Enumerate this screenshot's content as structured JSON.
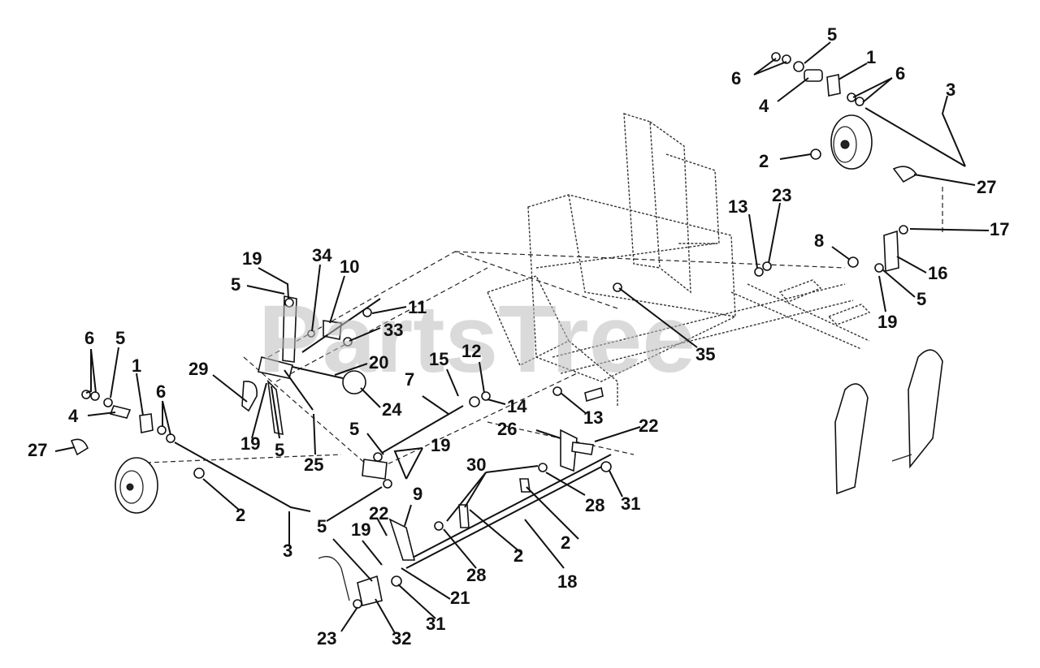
{
  "watermark": "PartsTree",
  "callouts": [
    {
      "id": "c-5-topright",
      "text": "5"
    },
    {
      "id": "c-1-topright",
      "text": "1"
    },
    {
      "id": "c-6-topright-a",
      "text": "6"
    },
    {
      "id": "c-6-topright-b",
      "text": "6"
    },
    {
      "id": "c-4-topright",
      "text": "4"
    },
    {
      "id": "c-3-topright",
      "text": "3"
    },
    {
      "id": "c-2-topright",
      "text": "2"
    },
    {
      "id": "c-27-right",
      "text": "27"
    },
    {
      "id": "c-13-top",
      "text": "13"
    },
    {
      "id": "c-23-top",
      "text": "23"
    },
    {
      "id": "c-8",
      "text": "8"
    },
    {
      "id": "c-17",
      "text": "17"
    },
    {
      "id": "c-16",
      "text": "16"
    },
    {
      "id": "c-5-right",
      "text": "5"
    },
    {
      "id": "c-19-right",
      "text": "19"
    },
    {
      "id": "c-35",
      "text": "35"
    },
    {
      "id": "c-19-top",
      "text": "19"
    },
    {
      "id": "c-34",
      "text": "34"
    },
    {
      "id": "c-10",
      "text": "10"
    },
    {
      "id": "c-5-upper",
      "text": "5"
    },
    {
      "id": "c-11",
      "text": "11"
    },
    {
      "id": "c-33",
      "text": "33"
    },
    {
      "id": "c-20",
      "text": "20"
    },
    {
      "id": "c-24",
      "text": "24"
    },
    {
      "id": "c-29",
      "text": "29"
    },
    {
      "id": "c-15",
      "text": "15"
    },
    {
      "id": "c-12",
      "text": "12"
    },
    {
      "id": "c-7",
      "text": "7"
    },
    {
      "id": "c-14",
      "text": "14"
    },
    {
      "id": "c-13-mid",
      "text": "13"
    },
    {
      "id": "c-6-left",
      "text": "6"
    },
    {
      "id": "c-5-left",
      "text": "5"
    },
    {
      "id": "c-1-left",
      "text": "1"
    },
    {
      "id": "c-4-left",
      "text": "4"
    },
    {
      "id": "c-6-left-b",
      "text": "6"
    },
    {
      "id": "c-27-left",
      "text": "27"
    },
    {
      "id": "c-19-mid",
      "text": "19"
    },
    {
      "id": "c-5-mid",
      "text": "5"
    },
    {
      "id": "c-25",
      "text": "25"
    },
    {
      "id": "c-5-lower",
      "text": "5"
    },
    {
      "id": "c-19-lower",
      "text": "19"
    },
    {
      "id": "c-26",
      "text": "26"
    },
    {
      "id": "c-22-right",
      "text": "22"
    },
    {
      "id": "c-30",
      "text": "30"
    },
    {
      "id": "c-28-right",
      "text": "28"
    },
    {
      "id": "c-31-right",
      "text": "31"
    },
    {
      "id": "c-2-left",
      "text": "2"
    },
    {
      "id": "c-3-left",
      "text": "3"
    },
    {
      "id": "c-9",
      "text": "9"
    },
    {
      "id": "c-22-left",
      "text": "22"
    },
    {
      "id": "c-5-bottom",
      "text": "5"
    },
    {
      "id": "c-19-bottom",
      "text": "19"
    },
    {
      "id": "c-2-mid",
      "text": "2"
    },
    {
      "id": "c-2-right",
      "text": "2"
    },
    {
      "id": "c-18",
      "text": "18"
    },
    {
      "id": "c-28-left",
      "text": "28"
    },
    {
      "id": "c-21",
      "text": "21"
    },
    {
      "id": "c-31-left",
      "text": "31"
    },
    {
      "id": "c-23-bottom",
      "text": "23"
    },
    {
      "id": "c-32",
      "text": "32"
    }
  ]
}
